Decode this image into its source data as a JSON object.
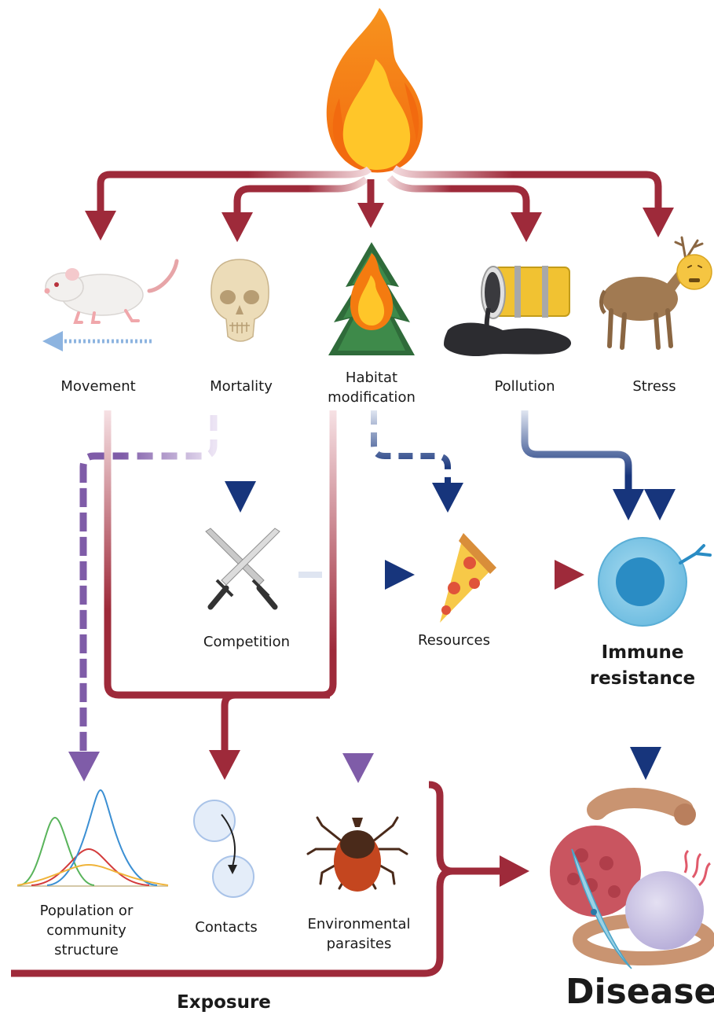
{
  "colors": {
    "red_arrow": "#9e2a3a",
    "navy_arrow": "#17357c",
    "purple_arrow": "#7f5ca8",
    "light_blue_arrow": "#8db4e0",
    "flame_outer": "#f47b10",
    "flame_inner": "#ffc629",
    "cell_outer": "#7ec7e8",
    "cell_nucleus": "#2a8cc4"
  },
  "icons": {
    "fire": "fire-icon",
    "movement": "rat-icon",
    "mortality": "skull-icon",
    "habitat": "burning-tree-icon",
    "pollution": "oil-barrel-spill-icon",
    "stress": "stressed-deer-icon",
    "competition": "crossed-swords-icon",
    "resources": "pizza-slice-icon",
    "immune": "immune-cell-icon",
    "population": "distribution-curves-icon",
    "contacts": "contact-circles-icon",
    "parasites": "tick-icon",
    "disease": "pathogen-gut-icon"
  },
  "nodes": {
    "movement": "Movement",
    "mortality": "Mortality",
    "habitat_line1": "Habitat",
    "habitat_line2": "modification",
    "pollution": "Pollution",
    "stress": "Stress",
    "competition": "Competition",
    "resources": "Resources",
    "immune_line1": "Immune",
    "immune_line2": "resistance",
    "population_line1": "Population or",
    "population_line2": "community",
    "population_line3": "structure",
    "contacts": "Contacts",
    "parasites_line1": "Environmental",
    "parasites_line2": "parasites"
  },
  "exposure_label": "Exposure",
  "disease_label": "Disease"
}
